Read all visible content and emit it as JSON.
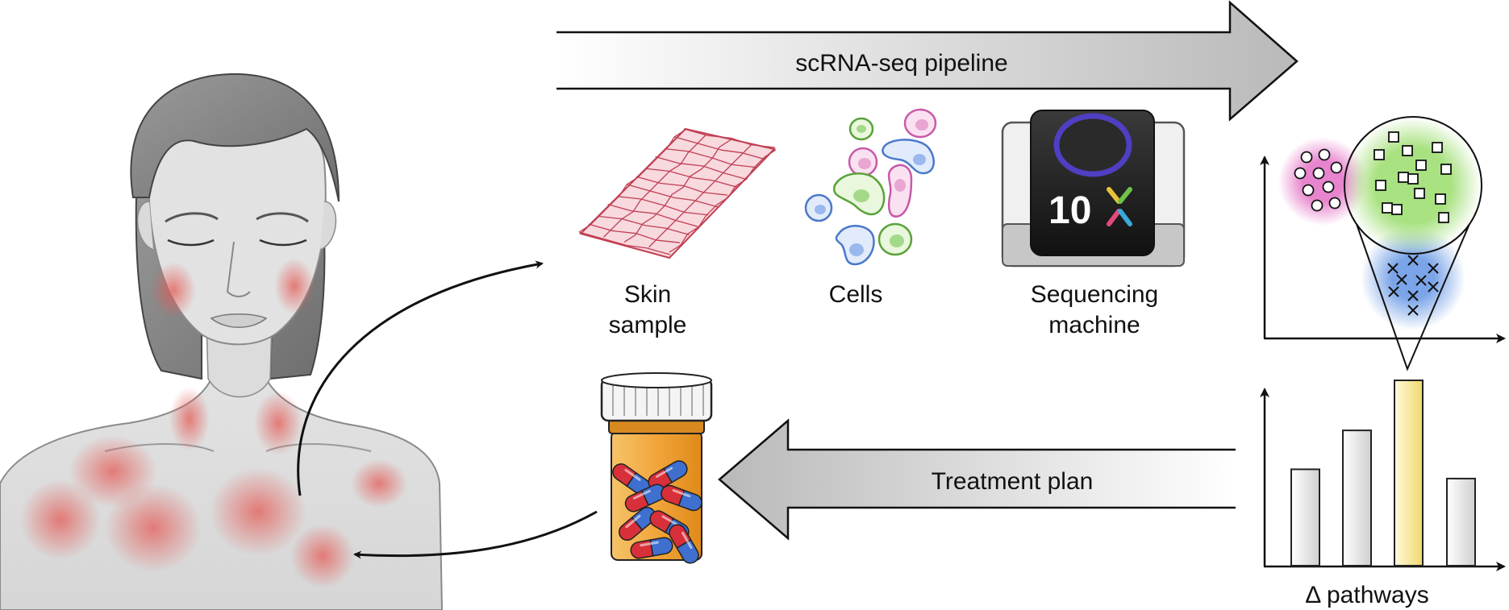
{
  "pipeline": {
    "arrow_label": "scRNA-seq pipeline"
  },
  "steps": {
    "skin_sample": {
      "line1": "Skin",
      "line2": "sample"
    },
    "cells": {
      "label": "Cells"
    },
    "sequencing": {
      "line1": "Sequencing",
      "line2": "machine",
      "device_text": "10"
    }
  },
  "treatment": {
    "arrow_label": "Treatment plan"
  },
  "pathways_chart": {
    "xlabel": "Δ pathways"
  },
  "chart_data": {
    "type": "bar",
    "categories": [
      "",
      "",
      "",
      ""
    ],
    "values": [
      0.52,
      0.73,
      1.0,
      0.47
    ],
    "highlighted_index": 2,
    "xlabel": "Δ pathways",
    "ylabel": "",
    "grid": false
  },
  "colors": {
    "rash": "#e8706a",
    "bar": "#e6e6e6",
    "bar_highlight": "#f7e37a",
    "cluster_pink": "#e27ac6",
    "cluster_green": "#a8e07a",
    "cluster_blue": "#6e9ee6",
    "pill_red": "#d8303a",
    "pill_blue": "#3f6fcf",
    "bottle": "#f1a53a"
  }
}
